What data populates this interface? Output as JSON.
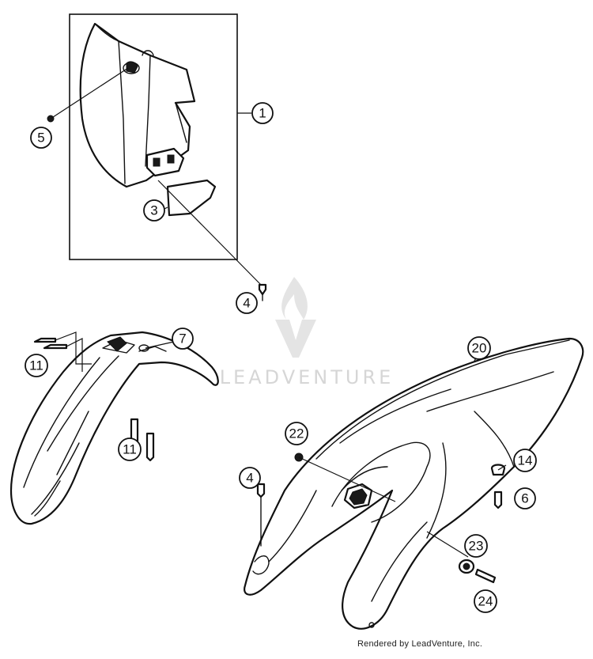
{
  "callouts": [
    {
      "id": "callout-1",
      "label": "1"
    },
    {
      "id": "callout-3",
      "label": "3"
    },
    {
      "id": "callout-4-top",
      "label": "4"
    },
    {
      "id": "callout-5",
      "label": "5"
    },
    {
      "id": "callout-7",
      "label": "7"
    },
    {
      "id": "callout-11-left",
      "label": "11"
    },
    {
      "id": "callout-11-bottom",
      "label": "11"
    },
    {
      "id": "callout-20",
      "label": "20"
    },
    {
      "id": "callout-22",
      "label": "22"
    },
    {
      "id": "callout-4-bottom",
      "label": "4"
    },
    {
      "id": "callout-14",
      "label": "14"
    },
    {
      "id": "callout-6",
      "label": "6"
    },
    {
      "id": "callout-23",
      "label": "23"
    },
    {
      "id": "callout-24",
      "label": "24"
    }
  ],
  "watermark": {
    "text": "LEADVENTURE"
  },
  "credit": "Rendered by LeadVenture, Inc."
}
